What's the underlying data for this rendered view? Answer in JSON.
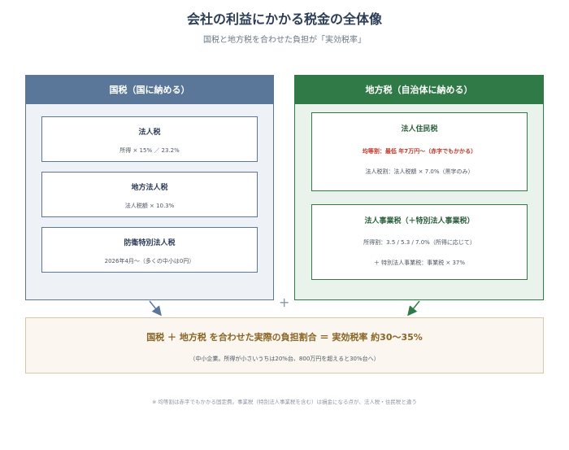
{
  "title": "会社の利益にかかる税金の全体像",
  "subtitle": "国税と地方税を合わせた負担が「実効税率」",
  "colors": {
    "national": "#5a7799",
    "local": "#2f7a47",
    "result_border": "#d9c8a8",
    "result_text": "#8a6424",
    "highlight_red": "#c0392b"
  },
  "national": {
    "header": "国税（国に納める）",
    "items": [
      {
        "title": "法人税",
        "lines": [
          "所得 × 15% ／ 23.2%"
        ]
      },
      {
        "title": "地方法人税",
        "lines": [
          "法人税額 × 10.3%"
        ]
      },
      {
        "title": "防衛特別法人税",
        "lines": [
          "2026年4月〜（多くの中小は0円）"
        ]
      }
    ]
  },
  "local": {
    "header": "地方税（自治体に納める）",
    "items": [
      {
        "title": "法人住民税",
        "red_line": "均等割：最低 年7万円〜（赤字でもかかる）",
        "lines": [
          "法人税割：法人税額 × 7.0%（黒字のみ）"
        ]
      },
      {
        "title": "法人事業税（＋特別法人事業税）",
        "lines": [
          "所得割：3.5 / 5.3 / 7.0%（所得に応じて）",
          "＋ 特別法人事業税：事業税 × 37%"
        ]
      }
    ]
  },
  "plus": "+",
  "result": {
    "main": "国税 ＋ 地方税 を合わせた実際の負担割合 ＝ 実効税率 約30〜35%",
    "sub": "（中小企業。所得が小さいうちは20%台、800万円を超えると30%台へ）"
  },
  "footnote": "※ 均等割は赤字でもかかる固定費。事業税（特別法人事業税を含む）は損金になる点が、法人税・住民税と違う"
}
